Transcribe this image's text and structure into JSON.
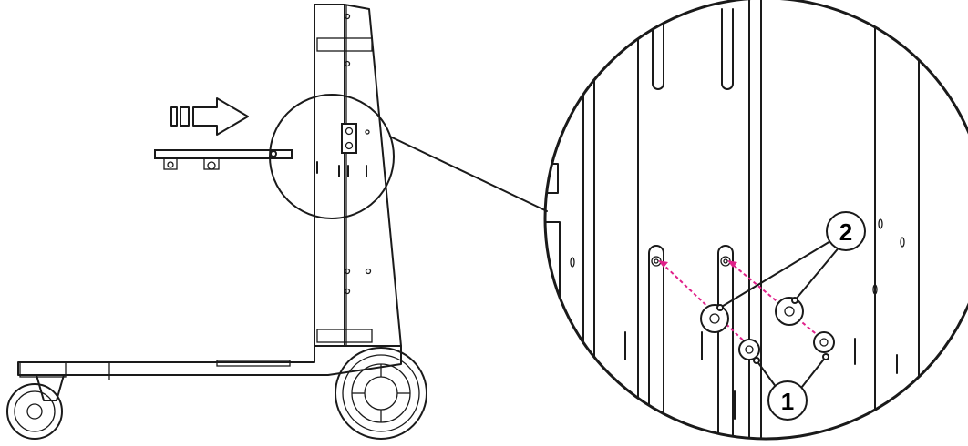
{
  "callouts": [
    {
      "id": "1",
      "label": "1"
    },
    {
      "id": "2",
      "label": "2"
    }
  ],
  "colors": {
    "line": "#1a1a1a",
    "arrow_guide": "#e0218a",
    "background": "#ffffff"
  },
  "icons": [
    "direction-arrow-icon",
    "fastener-screw-icon",
    "washer-icon",
    "castor-wheel-icon"
  ]
}
